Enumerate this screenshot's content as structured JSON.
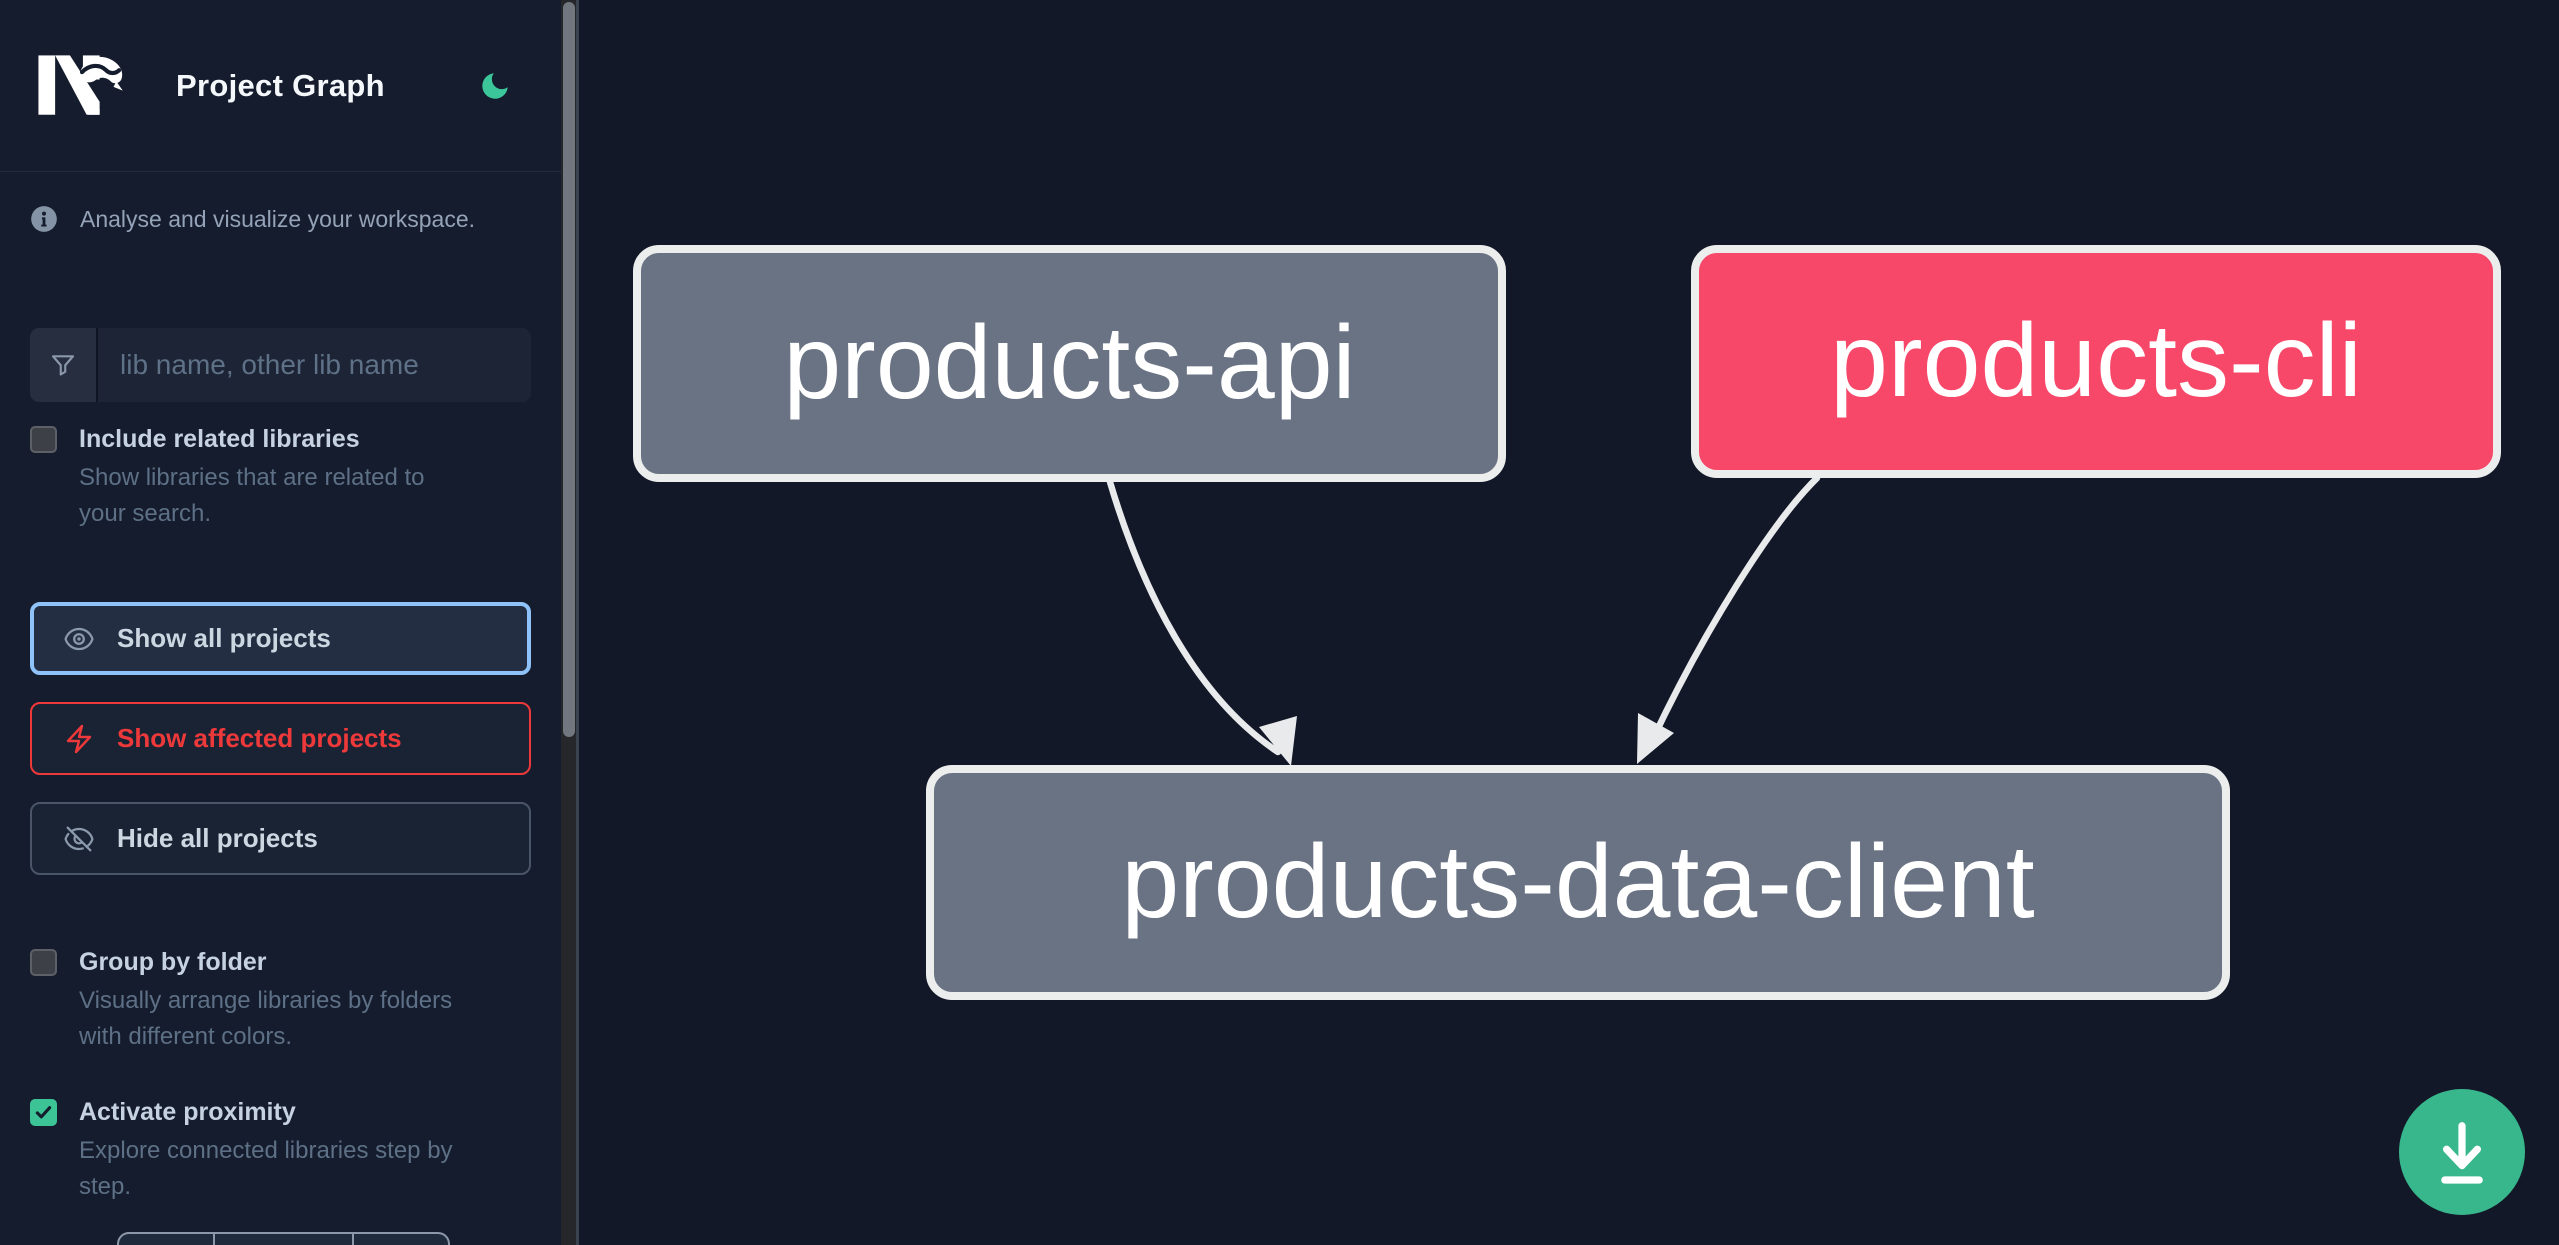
{
  "theme": {
    "sidebar_bg": "#151c2d",
    "canvas_bg": "#121828",
    "accent_green": "#38b78c",
    "moon_green": "#3cc79b",
    "focus_blue": "#8ec2f8",
    "danger_red": "#ee393b",
    "node_gray": "#6a7383",
    "node_pink": "#f8486a",
    "node_border": "#eceded",
    "edge_color": "#e9eaec"
  },
  "header": {
    "logo": "Nx",
    "title": "Project Graph"
  },
  "sidebar": {
    "tagline": "Analyse and visualize your workspace.",
    "search": {
      "placeholder": "lib name, other lib name",
      "value": ""
    },
    "options": [
      {
        "label": "Include related libraries",
        "description": "Show libraries that are related to your search.",
        "checked": false
      },
      {
        "label": "Group by folder",
        "description": "Visually arrange libraries by folders with different colors.",
        "checked": false
      },
      {
        "label": "Activate proximity",
        "description": "Explore connected libraries step by step.",
        "checked": true
      }
    ],
    "actions": [
      {
        "label": "Show all projects",
        "icon": "eye-icon",
        "state": "focused"
      },
      {
        "label": "Show affected projects",
        "icon": "bolt-icon",
        "state": "danger"
      },
      {
        "label": "Hide all projects",
        "icon": "eye-off-icon",
        "state": "default"
      }
    ]
  },
  "graph": {
    "nodes": [
      {
        "label": "products-api",
        "color": "gray"
      },
      {
        "label": "products-cli",
        "color": "pink"
      },
      {
        "label": "products-data-client",
        "color": "gray"
      }
    ],
    "edges": [
      {
        "source": "products-api",
        "target": "products-data-client"
      },
      {
        "source": "products-cli",
        "target": "products-data-client"
      }
    ]
  },
  "fab": {
    "icon": "download-icon"
  }
}
